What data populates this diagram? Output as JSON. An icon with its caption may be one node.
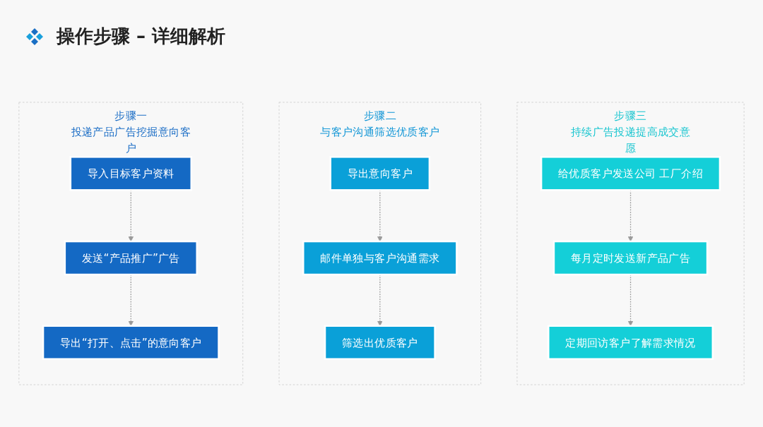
{
  "diagram": {
    "title": "操作步骤 – 详细解析",
    "nodes": [
      {
        "text": [
          "步骤一",
          "投递产品广告挖掘意向客户"
        ]
      },
      {
        "text": [
          "导入目标客户资料"
        ],
        "in": 0
      },
      {
        "text": [
          "发送“产品推广”广告"
        ],
        "in": 0
      },
      {
        "text": [
          "导出“打开、点击”的意向客户"
        ],
        "in": 0
      },
      {
        "text": [
          "步骤二",
          "与客户沟通筛选优质客户"
        ]
      },
      {
        "text": [
          "导出意向客户"
        ],
        "in": 4
      },
      {
        "text": [
          "邮件单独与客户沟通需求"
        ],
        "in": 4
      },
      {
        "text": [
          "筛选出优质客户"
        ],
        "in": 4
      },
      {
        "text": [
          "步骤三",
          "持续广告投递提高成交意愿"
        ]
      },
      {
        "text": [
          "给优质客户发送公司 工厂介绍"
        ],
        "in": 8
      },
      {
        "text": [
          "每月定时发送新产品广告"
        ],
        "in": 8
      },
      {
        "text": [
          "定期回访客户了解需求情况"
        ],
        "in": 8
      }
    ],
    "edges": [
      {
        "from": 1,
        "to": 2,
        "arrow": "to",
        "style": "dashed"
      },
      {
        "from": 2,
        "to": 3,
        "arrow": "to",
        "style": "dashed"
      },
      {
        "from": 5,
        "to": 6,
        "arrow": "to",
        "style": "dashed"
      },
      {
        "from": 6,
        "to": 7,
        "arrow": "to",
        "style": "dashed"
      },
      {
        "from": 9,
        "to": 10,
        "arrow": "to",
        "style": "dashed"
      },
      {
        "from": 10,
        "to": 11,
        "arrow": "to",
        "style": "dashed"
      }
    ]
  }
}
